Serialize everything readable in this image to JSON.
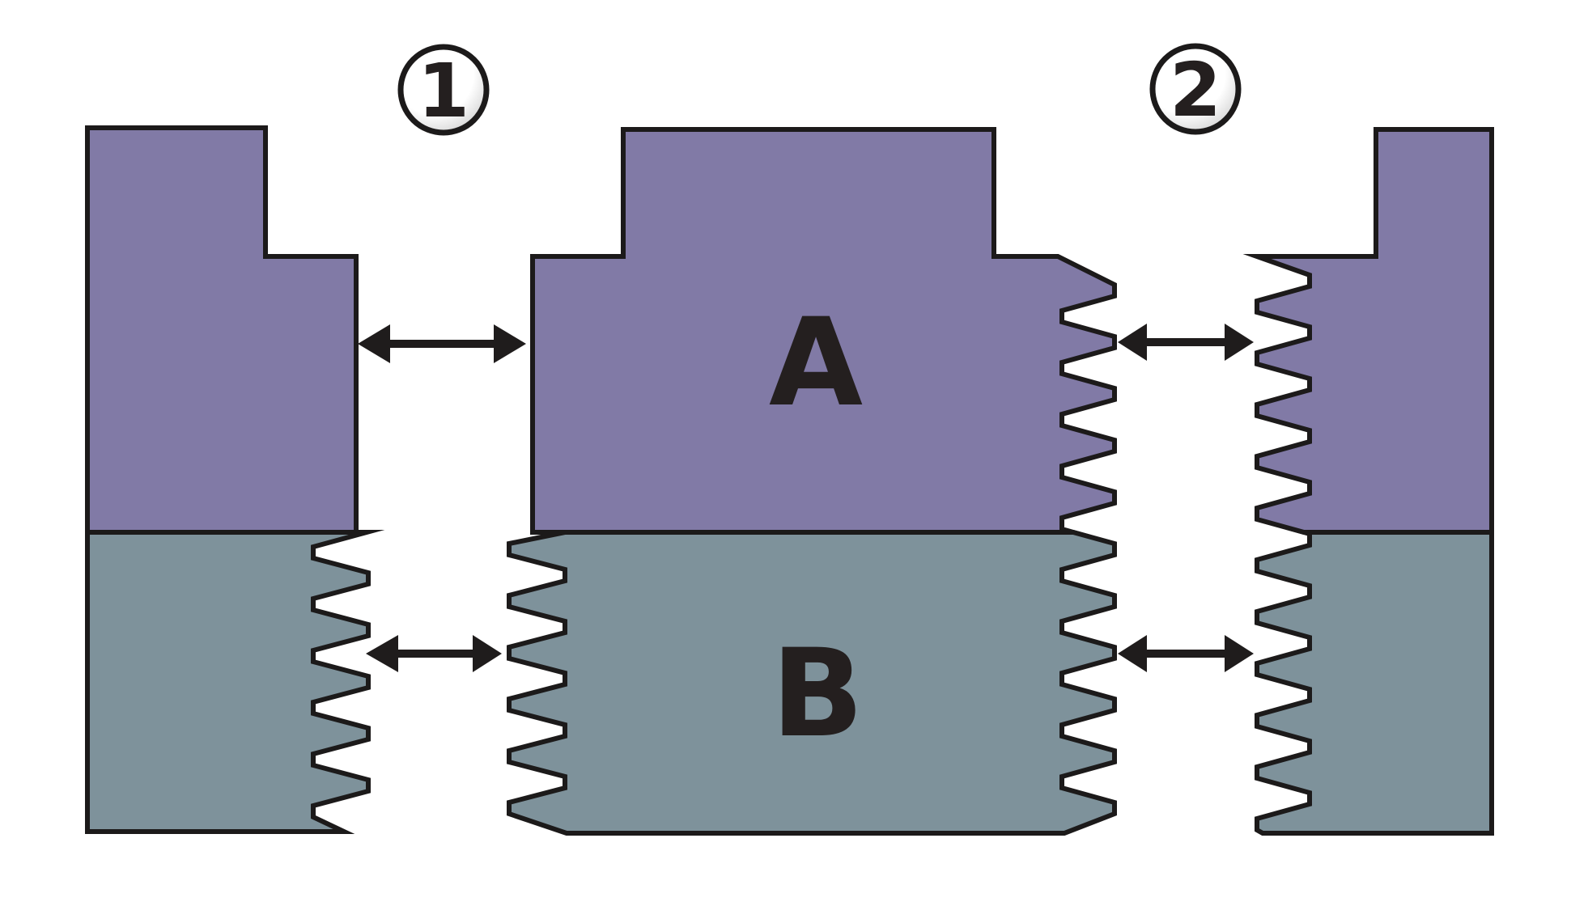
{
  "figure": {
    "background": "#ffffff",
    "outline": "#1c1a1a",
    "text_color": "#241f1f",
    "arrow_color": "#1f1c1c",
    "layers": {
      "a": {
        "label": "A",
        "fill": "#817aa6"
      },
      "b": {
        "label": "B",
        "fill": "#7e929b"
      }
    },
    "markers": {
      "gap1": {
        "label": "1"
      },
      "gap2": {
        "label": "2"
      },
      "fill_highlight": "#ffffff",
      "fill_shade": "#c2c2c2",
      "border": "#1c1a1a"
    }
  }
}
